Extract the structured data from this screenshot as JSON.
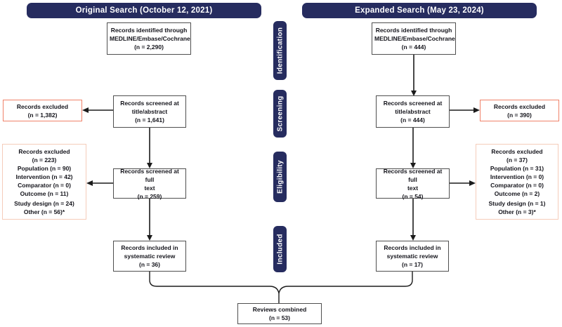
{
  "headers": {
    "left": "Original Search (October 12, 2021)",
    "right": "Expanded Search (May 23, 2024)"
  },
  "stages": {
    "identification": "Identification",
    "screening": "Screening",
    "eligibility": "Eligibility",
    "included": "Included"
  },
  "original": {
    "identified": {
      "l1": "Records identified through",
      "l2": "MEDLINE/Embase/Cochrane",
      "l3": "(n = 2,290)"
    },
    "screened_title": {
      "l1": "Records screened at",
      "l2": "title/abstract",
      "l3": "(n = 1,641)"
    },
    "excluded_title": {
      "l1": "Records excluded",
      "l2": "(n = 1,382)"
    },
    "screened_full": {
      "l1": "Records screened at full",
      "l2": "text",
      "l3": "(n = 259)"
    },
    "excluded_full": {
      "l1": "Records excluded",
      "l2": "(n = 223)",
      "l3": "Population (n = 90)",
      "l4": "Intervention (n = 42)",
      "l5": "Comparator (n = 0)",
      "l6": "Outcome (n = 11)",
      "l7": "Study design (n = 24)",
      "l8": "Other (n = 56)*"
    },
    "included": {
      "l1": "Records included in",
      "l2": "systematic review",
      "l3": "(n = 36)"
    }
  },
  "expanded": {
    "identified": {
      "l1": "Records identified through",
      "l2": "MEDLINE/Embase/Cochrane",
      "l3": "(n = 444)"
    },
    "screened_title": {
      "l1": "Records screened at",
      "l2": "title/abstract",
      "l3": "(n = 444)"
    },
    "excluded_title": {
      "l1": "Records excluded",
      "l2": "(n = 390)"
    },
    "screened_full": {
      "l1": "Records screened at full",
      "l2": "text",
      "l3": "(n = 54)"
    },
    "excluded_full": {
      "l1": "Records excluded",
      "l2": "(n = 37)",
      "l3": "Population (n = 31)",
      "l4": "Intervention (n = 0)",
      "l5": "Comparator (n = 0)",
      "l6": "Outcome (n = 2)",
      "l7": "Study design (n = 1)",
      "l8": "Other (n = 3)*"
    },
    "included": {
      "l1": "Records included in",
      "l2": "systematic review",
      "l3": "(n = 17)"
    }
  },
  "combined": {
    "l1": "Reviews combined",
    "l2": "(n = 53)"
  },
  "colors": {
    "navy": "#262c5f",
    "salmon_border": "#f08169",
    "peach_border": "#f5ccba",
    "line": "#1b1b1b",
    "box_border": "#4f4f4f"
  }
}
